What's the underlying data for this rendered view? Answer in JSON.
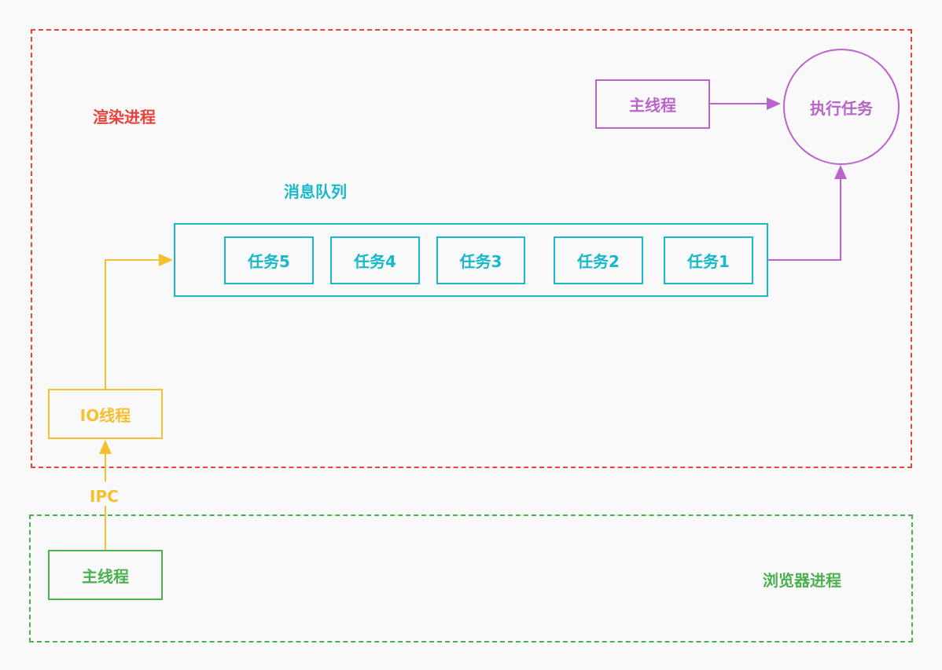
{
  "colors": {
    "red": "#e8433b",
    "green": "#4caf50",
    "cyan": "#17b8cc",
    "purple": "#b864c8",
    "yellow": "#f5bf2e"
  },
  "render_process": {
    "label": "渲染进程",
    "message_queue_label": "消息队列",
    "tasks": [
      "任务5",
      "任务4",
      "任务3",
      "任务2",
      "任务1"
    ],
    "main_thread_label": "主线程",
    "execute_label": "执行任务",
    "io_thread_label": "IO线程"
  },
  "ipc_label": "IPC",
  "browser_process": {
    "label": "浏览器进程",
    "main_thread_label": "主线程"
  }
}
